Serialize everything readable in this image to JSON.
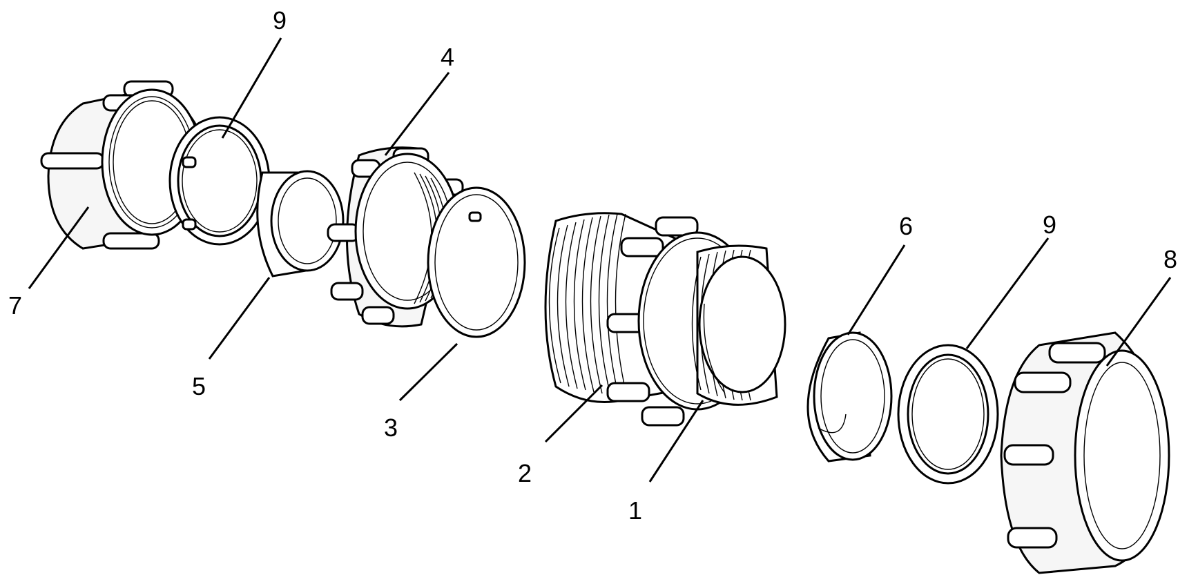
{
  "labels": {
    "l7": "7",
    "l9a": "9",
    "l4": "4",
    "l5": "5",
    "l3": "3",
    "l2": "2",
    "l1": "1",
    "l6": "6",
    "l9b": "9",
    "l8": "8"
  }
}
